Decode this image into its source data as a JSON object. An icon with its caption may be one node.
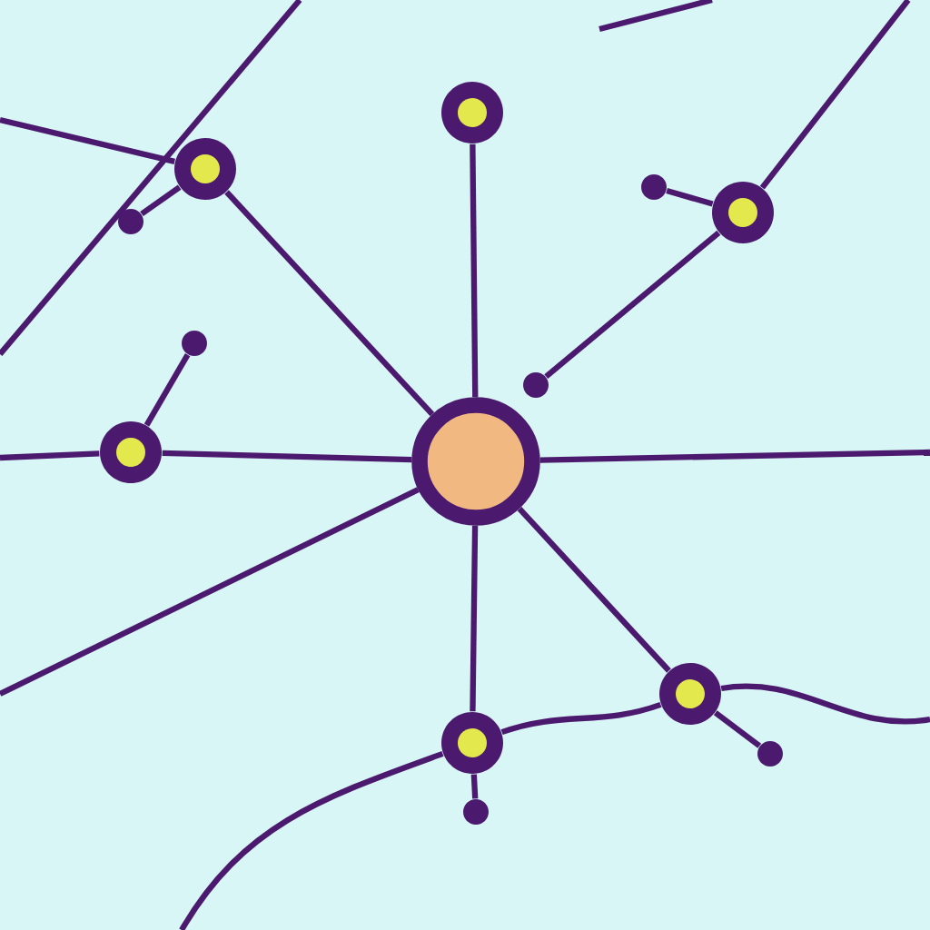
{
  "diagram": {
    "nodes": [
      {
        "text": [],
        "shape": "circle"
      },
      {
        "text": [],
        "shape": "circle"
      },
      {
        "text": [],
        "shape": "circle"
      },
      {
        "text": [],
        "shape": "circle"
      },
      {
        "text": [],
        "shape": "circle"
      },
      {
        "text": [],
        "shape": "circle"
      },
      {
        "text": [],
        "shape": "circle"
      },
      {
        "text": [],
        "shape": "circle"
      },
      {
        "text": [],
        "shape": "circle"
      },
      {
        "text": [],
        "shape": "circle"
      },
      {
        "text": [],
        "shape": "circle"
      },
      {
        "text": [],
        "shape": "circle"
      },
      {
        "text": [],
        "shape": "circle"
      }
    ],
    "edges": [
      {
        "from": 0,
        "to": 8,
        "arrow": "none"
      },
      {
        "from": 0,
        "to": 4,
        "arrow": "none"
      },
      {
        "from": 1,
        "to": 8,
        "arrow": "none"
      },
      {
        "from": 2,
        "to": 3,
        "arrow": "none"
      },
      {
        "from": 2,
        "to": 6,
        "arrow": "none"
      },
      {
        "from": 7,
        "to": 8,
        "arrow": "none"
      },
      {
        "from": 7,
        "to": 5,
        "arrow": "none"
      },
      {
        "from": 8,
        "to": 10,
        "arrow": "none"
      },
      {
        "from": 10,
        "to": 11,
        "arrow": "none"
      },
      {
        "from": 8,
        "to": 9,
        "arrow": "none"
      },
      {
        "from": 9,
        "to": 12,
        "arrow": "none"
      },
      {
        "from": 9,
        "to": 10,
        "arrow": "none"
      },
      {
        "from": null,
        "to": 0,
        "arrow": "none"
      },
      {
        "from": null,
        "to": 7,
        "arrow": "none"
      },
      {
        "from": 8,
        "to": null,
        "arrow": "none"
      },
      {
        "from": 8,
        "to": null,
        "arrow": "none"
      },
      {
        "from": 2,
        "to": null,
        "arrow": "none"
      },
      {
        "from": null,
        "to": 9,
        "arrow": "none"
      },
      {
        "from": 10,
        "to": null,
        "arrow": "none"
      }
    ]
  }
}
